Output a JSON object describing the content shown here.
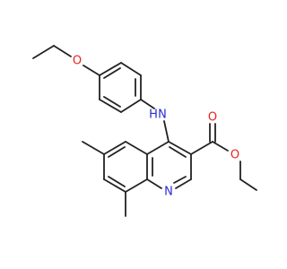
{
  "atoms": {
    "oxygen_ether": {
      "symbol": "O",
      "color": "#e8241a"
    },
    "nitrogen_amine": {
      "symbol": "N",
      "color": "#2a2ad6"
    },
    "hydrogen_amine": {
      "symbol": "H",
      "color": "#2a2ad6"
    },
    "nitrogen_ring": {
      "symbol": "N",
      "color": "#2a2ad6"
    },
    "oxygen_ester_single": {
      "symbol": "O",
      "color": "#e8241a"
    },
    "oxygen_ester_double": {
      "symbol": "O",
      "color": "#e8241a"
    }
  },
  "bond_color": "#222222"
}
